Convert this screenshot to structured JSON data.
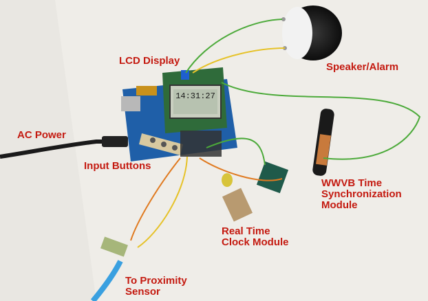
{
  "labels": {
    "lcd_display": "LCD Display",
    "speaker_alarm": "Speaker/Alarm",
    "ac_power": "AC Power",
    "input_buttons": "Input Buttons",
    "wwvb_line1": "WWVB Time",
    "wwvb_line2": "Synchronization",
    "wwvb_line3": "Module",
    "rtc_line1": "Real Time",
    "rtc_line2": "Clock Module",
    "proximity_line1": "To Proximity",
    "proximity_line2": "Sensor"
  },
  "lcd": {
    "time": "14:31:27"
  },
  "colors": {
    "label_red": "#c41a10",
    "board_blue": "#1f5fa8",
    "pcb_green": "#2f6b3a",
    "lcd_screen": "#b7c2b0",
    "wire_green": "#4caa3a",
    "wire_orange": "#e07a20",
    "wire_yellow": "#e6c228",
    "cable_blue": "#3aa0e0"
  }
}
